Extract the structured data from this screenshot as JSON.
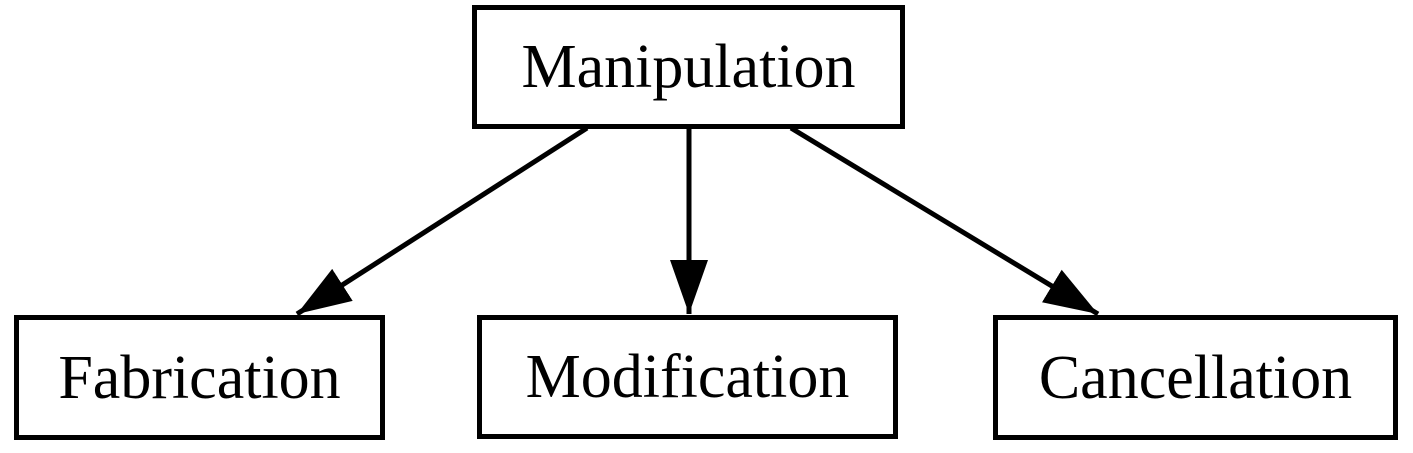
{
  "diagram": {
    "type": "tree",
    "root": {
      "id": "manipulation",
      "label": "Manipulation"
    },
    "children": [
      {
        "id": "fabrication",
        "label": "Fabrication"
      },
      {
        "id": "modification",
        "label": "Modification"
      },
      {
        "id": "cancellation",
        "label": "Cancellation"
      }
    ],
    "edges": [
      {
        "from": "manipulation",
        "to": "fabrication"
      },
      {
        "from": "manipulation",
        "to": "modification"
      },
      {
        "from": "manipulation",
        "to": "cancellation"
      }
    ],
    "colors": {
      "background": "#ffffff",
      "node_fill": "#ffffff",
      "node_border": "#000000",
      "edge": "#000000",
      "text": "#000000"
    }
  }
}
